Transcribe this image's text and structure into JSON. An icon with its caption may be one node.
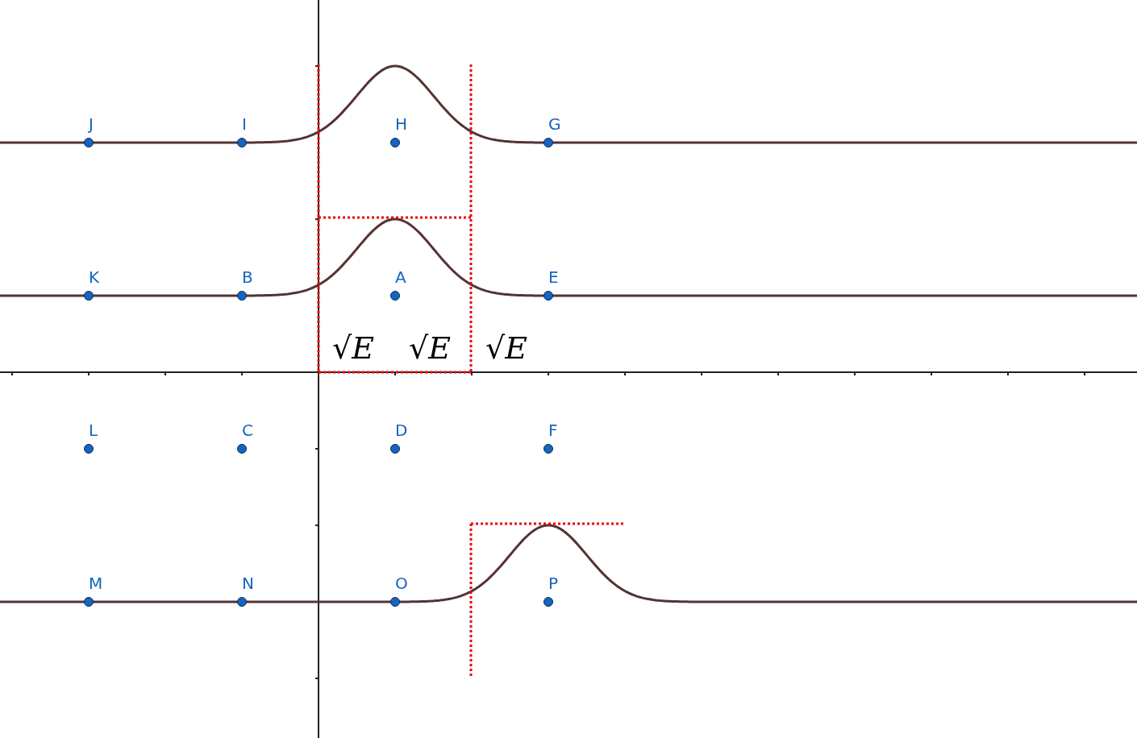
{
  "diagram": {
    "nodes": [
      {
        "text": [
          "J"
        ]
      },
      {
        "text": [
          "I"
        ]
      },
      {
        "text": [
          "H"
        ]
      },
      {
        "text": [
          "G"
        ]
      },
      {
        "text": [
          "K"
        ]
      },
      {
        "text": [
          "B"
        ]
      },
      {
        "text": [
          "A"
        ]
      },
      {
        "text": [
          "E"
        ]
      },
      {
        "text": [
          "L"
        ]
      },
      {
        "text": [
          "C"
        ]
      },
      {
        "text": [
          "D"
        ]
      },
      {
        "text": [
          "F"
        ]
      },
      {
        "text": [
          "M"
        ]
      },
      {
        "text": [
          "N"
        ]
      },
      {
        "text": [
          "O"
        ]
      },
      {
        "text": [
          "P"
        ]
      }
    ],
    "labels": [
      "√E",
      "√E",
      "√E"
    ]
  }
}
